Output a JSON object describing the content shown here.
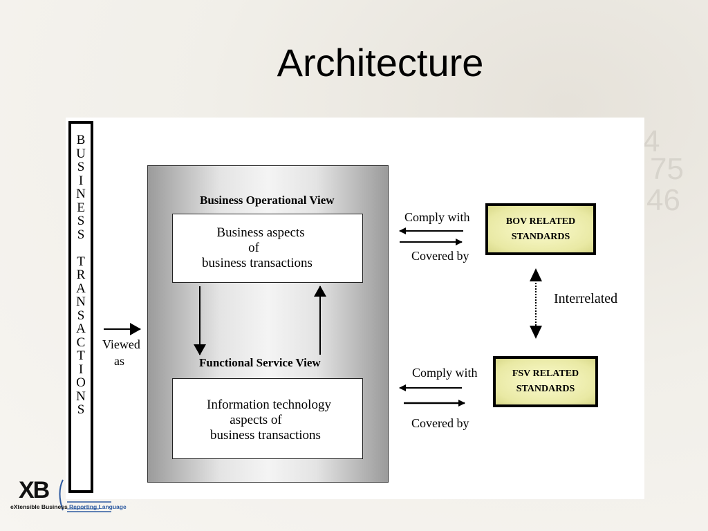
{
  "title": "Architecture",
  "business_transactions_letters": [
    "B",
    "U",
    "S",
    "I",
    "N",
    "E",
    "S",
    "S",
    "",
    "T",
    "R",
    "A",
    "N",
    "S",
    "A",
    "C",
    "T",
    "I",
    "O",
    "N",
    "S"
  ],
  "viewed_as": {
    "line1": "Viewed",
    "line2": "as"
  },
  "bov": {
    "heading": "Business Operational View",
    "lines": [
      "Business aspects",
      "of",
      "business transactions"
    ]
  },
  "fsv": {
    "heading": "Functional Service View",
    "lines": [
      "Information technology",
      "aspects of",
      "business transactions"
    ]
  },
  "bov_standards": {
    "line1": "BOV RELATED",
    "line2": "STANDARDS"
  },
  "fsv_standards": {
    "line1": "FSV RELATED",
    "line2": "STANDARDS"
  },
  "bov_links": {
    "comply": "Comply with",
    "covered": "Covered by"
  },
  "fsv_links": {
    "comply": "Comply with",
    "covered": "Covered by"
  },
  "interrelated": "Interrelated",
  "logo": {
    "mark": "XB",
    "tag_left": "eXtensible Business",
    "tag_right": "Reporting Language"
  }
}
